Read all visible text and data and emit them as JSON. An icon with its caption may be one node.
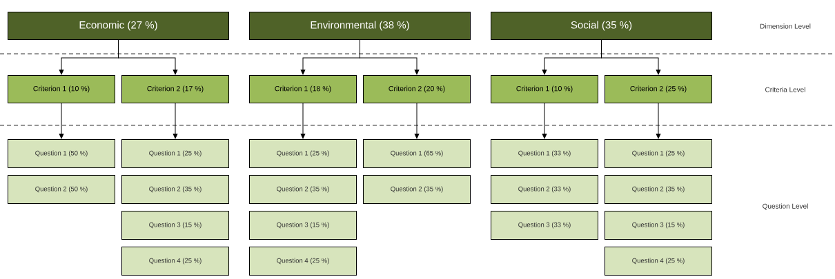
{
  "diagram": {
    "nodes": [
      {
        "text": [
          "Economic (27 %)"
        ]
      },
      {
        "text": [
          "Environmental (38 %)"
        ]
      },
      {
        "text": [
          "Social (35 %)"
        ]
      },
      {
        "text": [
          "Criterion 1 (10 %)"
        ]
      },
      {
        "text": [
          "Criterion 2 (17 %)"
        ]
      },
      {
        "text": [
          "Criterion 1 (18 %)"
        ]
      },
      {
        "text": [
          "Criterion 2 (20 %)"
        ]
      },
      {
        "text": [
          "Criterion 1 (10 %)"
        ]
      },
      {
        "text": [
          "Criterion 2 (25 %)"
        ]
      },
      {
        "text": [
          "Question 1 (50 %)"
        ]
      },
      {
        "text": [
          "Question 2 (50 %)"
        ]
      },
      {
        "text": [
          "Question 1 (25 %)"
        ]
      },
      {
        "text": [
          "Question 2 (35 %)"
        ]
      },
      {
        "text": [
          "Question 3 (15 %)"
        ]
      },
      {
        "text": [
          "Question 4 (25 %)"
        ]
      },
      {
        "text": [
          "Question 1 (25 %)"
        ]
      },
      {
        "text": [
          "Question 2 (35 %)"
        ]
      },
      {
        "text": [
          "Question 3 (15 %)"
        ]
      },
      {
        "text": [
          "Question 4 (25 %)"
        ]
      },
      {
        "text": [
          "Question 1 (65 %)"
        ]
      },
      {
        "text": [
          "Question 2 (35 %)"
        ]
      },
      {
        "text": [
          "Question 1 (33 %)"
        ]
      },
      {
        "text": [
          "Question 2 (33 %)"
        ]
      },
      {
        "text": [
          "Question 3 (33 %)"
        ]
      },
      {
        "text": [
          "Question 1 (25 %)"
        ]
      },
      {
        "text": [
          "Question 2 (35 %)"
        ]
      },
      {
        "text": [
          "Question 3 (15 %)"
        ]
      },
      {
        "text": [
          "Question 4 (25 %)"
        ]
      }
    ],
    "edges": [
      {
        "from": 0,
        "to": 3,
        "arrow": "to"
      },
      {
        "from": 0,
        "to": 4,
        "arrow": "to"
      },
      {
        "from": 1,
        "to": 5,
        "arrow": "to"
      },
      {
        "from": 1,
        "to": 6,
        "arrow": "to"
      },
      {
        "from": 2,
        "to": 7,
        "arrow": "to"
      },
      {
        "from": 2,
        "to": 8,
        "arrow": "to"
      },
      {
        "from": 3,
        "to": 9,
        "arrow": "to"
      },
      {
        "from": 4,
        "to": 11,
        "arrow": "to"
      },
      {
        "from": 5,
        "to": 15,
        "arrow": "to"
      },
      {
        "from": 6,
        "to": 19,
        "arrow": "to"
      },
      {
        "from": 7,
        "to": 21,
        "arrow": "to"
      },
      {
        "from": 8,
        "to": 24,
        "arrow": "to"
      }
    ],
    "labels": [
      "Dimension Level",
      "Criteria Level",
      "Question Level"
    ]
  }
}
